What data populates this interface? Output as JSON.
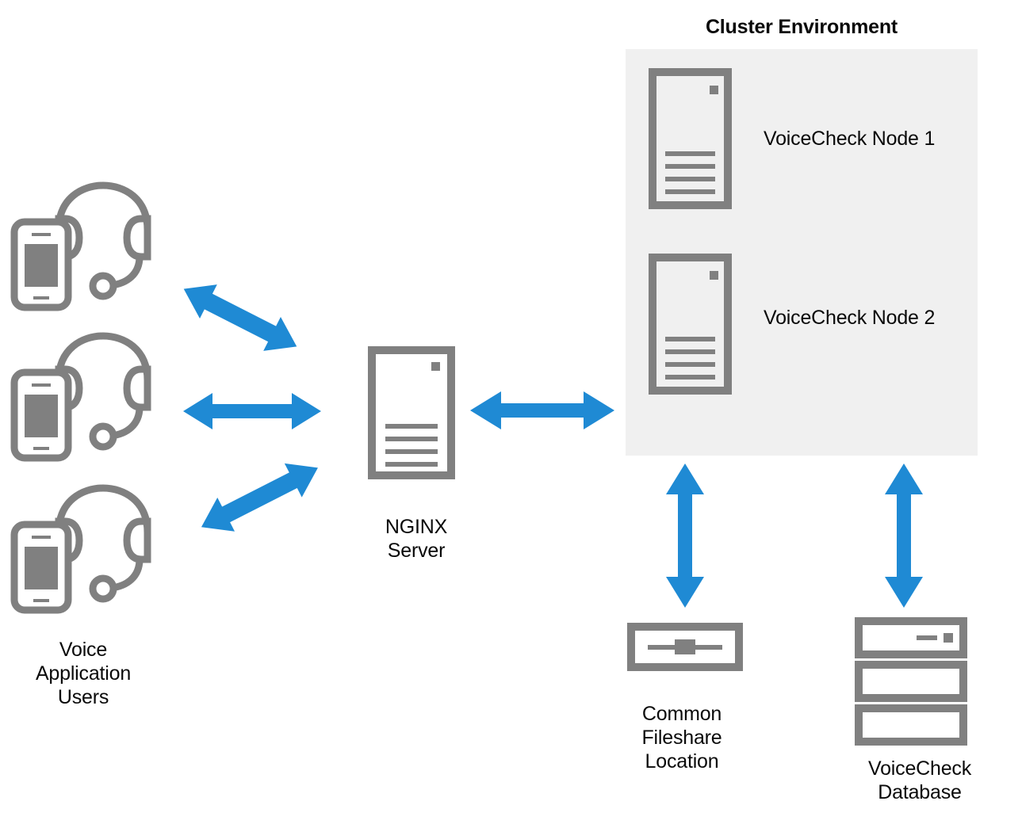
{
  "diagram": {
    "title": "Cluster Environment",
    "background": "#ffffff",
    "colors": {
      "icon_gray": "#808080",
      "arrow_blue": "#1f8ad4",
      "cluster_fill": "#f0f0f0",
      "text": "#0a0a0a"
    }
  },
  "cluster": {
    "title": "Cluster Environment",
    "nodes": [
      {
        "label": "VoiceCheck Node 1",
        "icon": "server-icon"
      },
      {
        "label": "VoiceCheck Node 2",
        "icon": "server-icon"
      }
    ]
  },
  "nginx": {
    "label": "NGINX\nServer",
    "icon": "server-icon"
  },
  "users": {
    "label": "Voice\nApplication\nUsers",
    "icon": "phone-headset-icon",
    "count": 3
  },
  "fileshare": {
    "label": "Common\nFileshare\nLocation",
    "icon": "fileshare-icon"
  },
  "database": {
    "label": "VoiceCheck\nDatabase",
    "icon": "database-stack-icon"
  },
  "connections": [
    {
      "name": "user-1-to-nginx",
      "style": "double-arrow",
      "direction": "diagonal-down-right"
    },
    {
      "name": "user-2-to-nginx",
      "style": "double-arrow",
      "direction": "horizontal"
    },
    {
      "name": "user-3-to-nginx",
      "style": "double-arrow",
      "direction": "diagonal-up-right"
    },
    {
      "name": "nginx-to-cluster",
      "style": "double-arrow",
      "direction": "horizontal"
    },
    {
      "name": "cluster-to-fileshare",
      "style": "double-arrow",
      "direction": "vertical"
    },
    {
      "name": "cluster-to-database",
      "style": "double-arrow",
      "direction": "vertical"
    }
  ]
}
